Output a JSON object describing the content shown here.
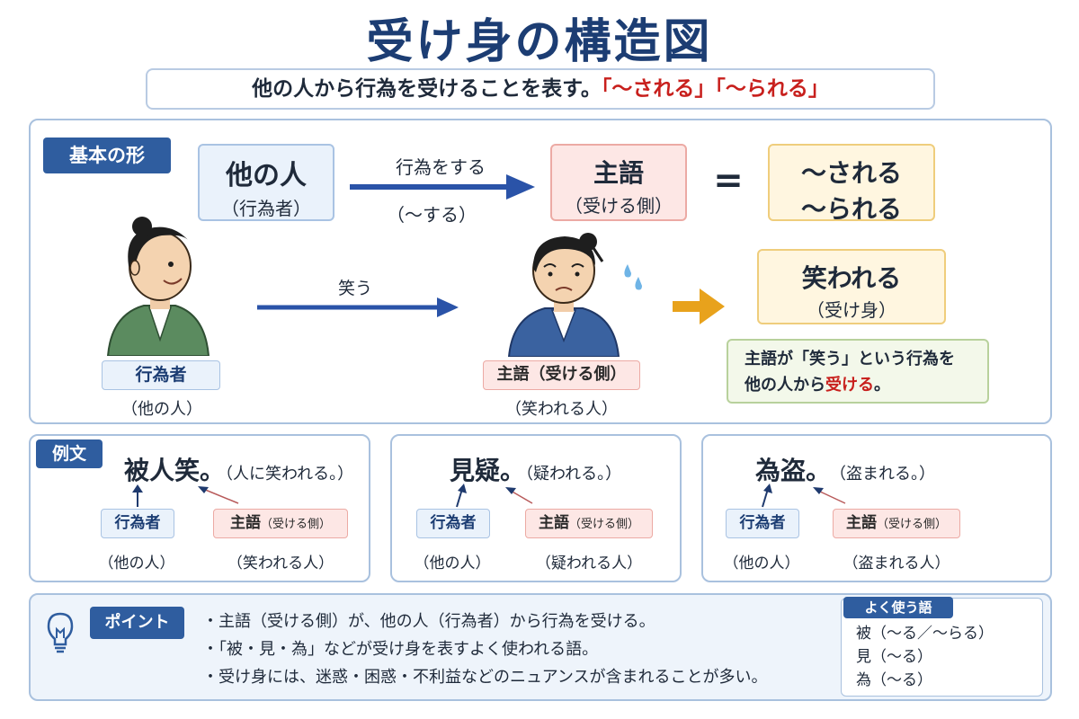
{
  "title": "受け身の構造図",
  "subtitle": {
    "lead": "他の人から行為を受けることを表す。",
    "highlight": "「〜される」「〜られる」"
  },
  "basic": {
    "tag": "基本の形",
    "agent_box": {
      "main": "他の人",
      "sub": "（行為者）"
    },
    "arrow_top": "行為をする",
    "arrow_bottom": "（〜する）",
    "subject_box": {
      "main": "主語",
      "sub": "（受ける側）"
    },
    "equals": "=",
    "result_box": {
      "line1": "〜される",
      "line2": "〜られる"
    }
  },
  "example_scene": {
    "verb": "笑う",
    "agent_label": "行為者",
    "agent_sub": "（他の人）",
    "subject_label": "主語（受ける側）",
    "subject_sub": "（笑われる人）",
    "passive_box": {
      "main": "笑われる",
      "sub": "（受け身）"
    },
    "explanation": {
      "line1": "主語が「笑う」という行為を",
      "line2_pre": "他の人から",
      "line2_red": "受ける",
      "line2_post": "。"
    }
  },
  "examples": {
    "tag": "例文",
    "items": [
      {
        "kanbun": "被人笑。",
        "reading": "（人に笑われる。）",
        "agent": "行為者",
        "agent_sub": "（他の人）",
        "subject": "主語",
        "subject_note": "（受ける側）",
        "subject_sub": "（笑われる人）"
      },
      {
        "kanbun": "見疑。",
        "reading": "（疑われる。）",
        "agent": "行為者",
        "agent_sub": "（他の人）",
        "subject": "主語",
        "subject_note": "（受ける側）",
        "subject_sub": "（疑われる人）"
      },
      {
        "kanbun": "為盗。",
        "reading": "（盗まれる。）",
        "agent": "行為者",
        "agent_sub": "（他の人）",
        "subject": "主語",
        "subject_note": "（受ける側）",
        "subject_sub": "（盗まれる人）"
      }
    ]
  },
  "point": {
    "tag": "ポイント",
    "bullets": [
      "・主語（受ける側）が、他の人（行為者）から行為を受ける。",
      "・「被・見・為」などが受け身を表すよく使われる語。",
      "・受け身には、迷惑・困惑・不利益などのニュアンスが含まれることが多い。"
    ],
    "words_title": "よく使う語",
    "words": [
      "被（〜る／〜らる）",
      "見（〜る）",
      "為（〜る）"
    ]
  },
  "colors": {
    "title": "#1c3d73",
    "tag_bg": "#2f5d9f",
    "arrow_blue": "#2a53a8",
    "arrow_orange": "#e8a21c",
    "highlight_red": "#c8201d"
  },
  "icons": [
    "lightbulb-icon",
    "arrow-right-icon",
    "sweat-drop-icon"
  ]
}
